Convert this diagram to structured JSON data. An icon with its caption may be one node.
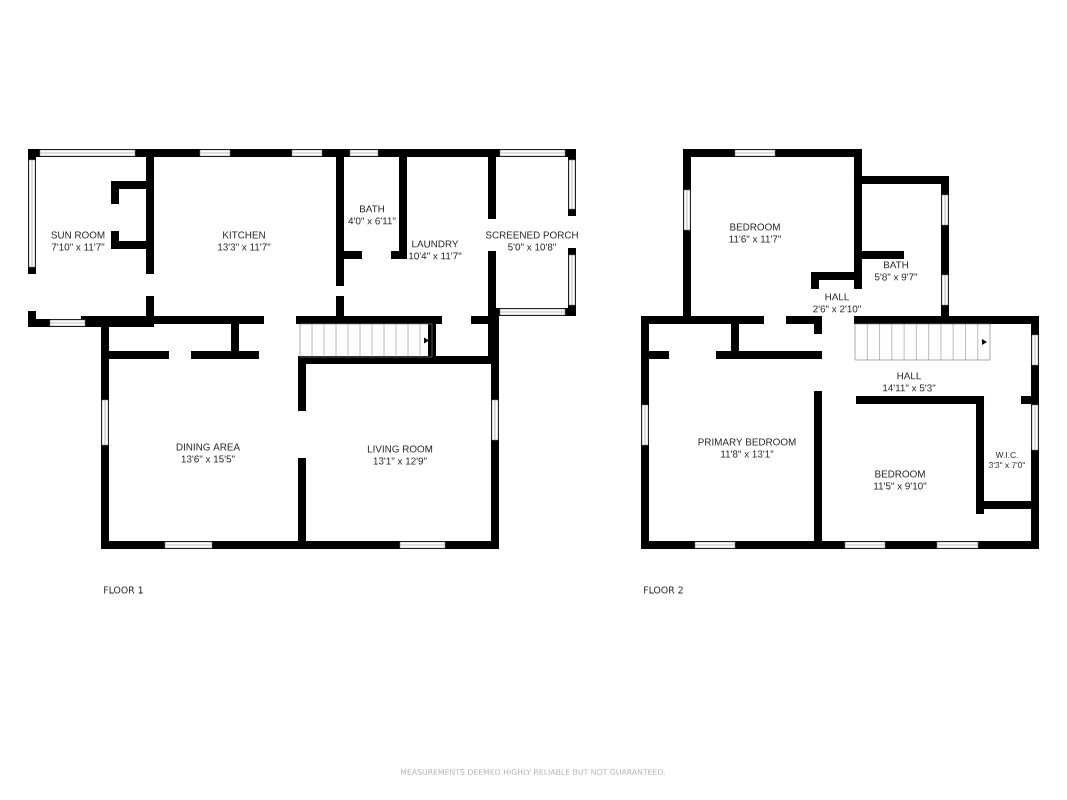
{
  "diagram": {
    "nodes": [
      {
        "text": [
          "SUN ROOM",
          "7'10\" x 11'7\""
        ]
      },
      {
        "text": [
          "KITCHEN",
          "13'3\" x 11'7\""
        ]
      },
      {
        "text": [
          "BATH",
          "4'0\" x 6'11\""
        ]
      },
      {
        "text": [
          "LAUNDRY",
          "10'4\" x 11'7\""
        ]
      },
      {
        "text": [
          "SCREENED PORCH",
          "5'0\" x 10'8\""
        ]
      },
      {
        "text": [
          "DINING AREA",
          "13'6\" x 15'5\""
        ]
      },
      {
        "text": [
          "LIVING ROOM",
          "13'1\" x 12'9\""
        ]
      },
      {
        "text": [
          "BEDROOM",
          "11'6\" x 11'7\""
        ]
      },
      {
        "text": [
          "BATH",
          "5'8\" x 9'7\""
        ]
      },
      {
        "text": [
          "HALL",
          "2'6\" x 2'10\""
        ]
      },
      {
        "text": [
          "HALL",
          "14'11\" x 5'3\""
        ]
      },
      {
        "text": [
          "PRIMARY BEDROOM",
          "11'8\" x 13'1\""
        ]
      },
      {
        "text": [
          "BEDROOM",
          "11'5\" x 9'10\""
        ]
      },
      {
        "text": [
          "W.I.C.",
          "3'3\" x 7'0\""
        ]
      }
    ],
    "labels": [
      "FLOOR 1",
      "FLOOR 2",
      "MEASUREMENTS DEEMED HIGHLY RELIABLE BUT NOT GUARANTEED."
    ]
  }
}
